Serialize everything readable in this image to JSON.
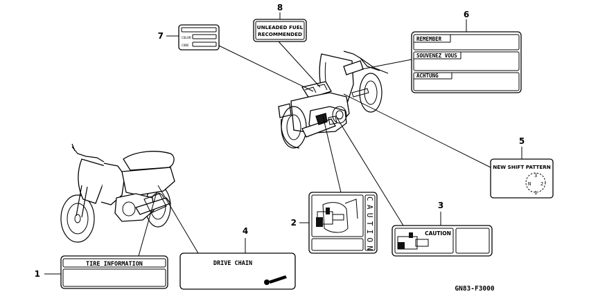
{
  "diagram_code": "GN83-F3000",
  "callouts": [
    {
      "num": "1",
      "label": "TIRE INFORMATION"
    },
    {
      "num": "2",
      "label": "CAUTION"
    },
    {
      "num": "3",
      "label": "CAUTION"
    },
    {
      "num": "4",
      "label": "DRIVE CHAIN"
    },
    {
      "num": "5",
      "label": "NEW SHIFT PATTERN"
    },
    {
      "num": "6",
      "rows": [
        "REMEMBER",
        "SOUVENEZ VOUS",
        "ACHTUNG"
      ]
    },
    {
      "num": "7",
      "rows": [
        "COLOR",
        "CODE"
      ]
    },
    {
      "num": "8",
      "lines": [
        "UNLEADED FUEL",
        "RECOMMENDED"
      ]
    }
  ],
  "shift_pattern": [
    "N",
    "1",
    "2",
    "3"
  ]
}
